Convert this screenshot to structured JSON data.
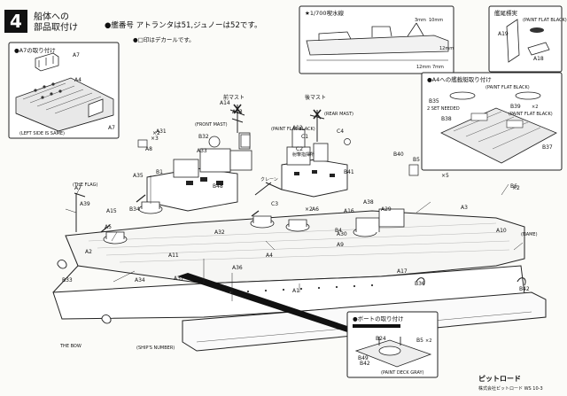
{
  "step": {
    "number": "4",
    "title_line1": "船体への",
    "title_line2": "部品取付け"
  },
  "notes": {
    "pennant_note": "●艦番号 アトランタは51,ジュノーは52です。",
    "decal_note": "●□印はデカールです。"
  },
  "insets": {
    "a7": {
      "title": "●A7の取り付け",
      "caption": "(LEFT SIDE IS SAME)",
      "parts": [
        "A7",
        "A4",
        "A7"
      ]
    },
    "scale": {
      "title": "★1/700喫水線",
      "dims": [
        "3mm",
        "10mm",
        "12mm",
        "7mm",
        "12mm"
      ]
    },
    "stern": {
      "title": "艦尾標実",
      "paint": "(PAINT FLAT BLACK)",
      "parts": [
        "A19",
        "A18"
      ]
    },
    "a4": {
      "title": "●A4への艦載艇取り付け",
      "paint": "(PAINT FLAT BLACK)",
      "parts": [
        "B35",
        "B38",
        "B39",
        "B37"
      ],
      "notes": [
        "2 SET NEEDED",
        "×2",
        "(PAINT FLAT BLACK)"
      ]
    },
    "boat": {
      "title": "●ボートの取り付け",
      "parts": [
        "B42",
        "B5",
        "×2"
      ],
      "caption": "(PAINT DECK GRAY)"
    }
  },
  "callouts": {
    "fore_mast": "前マスト",
    "fore_mast_en": "(FRONT MAST)",
    "rear_mast": "後マスト",
    "rear_mast_en": "(REAR MAST)",
    "paint_flat_black": "(PAINT FLAT BLACK)",
    "flag": "(THE FLAG)",
    "bow": "THE BOW",
    "stern_note": "(SHIP'S NUMBER)",
    "name_plate": "(NAME)",
    "crane": "クレーン",
    "fire_control": "射撃指揮所"
  },
  "parts": [
    "A1",
    "A2",
    "A3",
    "A4",
    "A5",
    "A6",
    "A7",
    "A8",
    "A9",
    "A10",
    "A11",
    "A12",
    "A13",
    "A14",
    "A15",
    "A16",
    "A17",
    "A29",
    "A30",
    "A31",
    "A32",
    "A33",
    "A34",
    "A35",
    "A36",
    "A37",
    "A38",
    "A39",
    "B1",
    "B4",
    "B5",
    "B6",
    "B24",
    "B32",
    "B33",
    "B34",
    "B36",
    "B40",
    "B41",
    "B42",
    "B48",
    "B49",
    "C1",
    "C2",
    "C3",
    "C4"
  ],
  "multipliers": [
    "×2",
    "×3",
    "×5",
    "×2",
    "×2"
  ],
  "footer": {
    "brand": "ピットロード",
    "line2": "株式会社ピットロード WS 10-3"
  }
}
